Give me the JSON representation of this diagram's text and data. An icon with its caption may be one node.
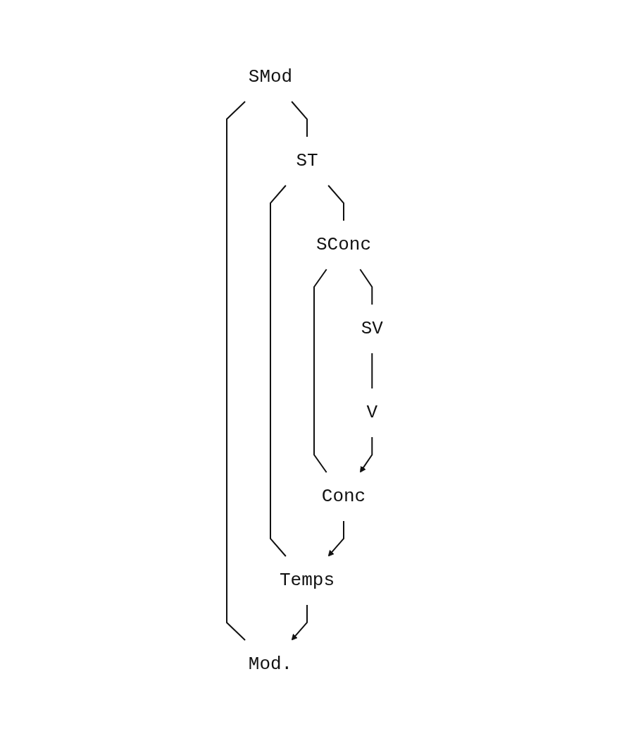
{
  "diagram": {
    "nodes": [
      {
        "text": [
          "SMod"
        ]
      },
      {
        "text": [
          "Mod."
        ]
      },
      {
        "text": [
          "ST"
        ]
      },
      {
        "text": [
          "Temps"
        ]
      },
      {
        "text": [
          "SConc"
        ]
      },
      {
        "text": [
          "Conc"
        ]
      },
      {
        "text": [
          "SV"
        ]
      },
      {
        "text": [
          "V"
        ]
      }
    ],
    "edges": [
      {
        "from": 0,
        "to": 1,
        "arrow": "none"
      },
      {
        "from": 0,
        "to": 2,
        "arrow": "none"
      },
      {
        "from": 2,
        "to": 3,
        "arrow": "none"
      },
      {
        "from": 2,
        "to": 4,
        "arrow": "none"
      },
      {
        "from": 4,
        "to": 5,
        "arrow": "none"
      },
      {
        "from": 4,
        "to": 6,
        "arrow": "none"
      },
      {
        "from": 6,
        "to": 7,
        "arrow": "none"
      },
      {
        "from": 3,
        "to": 1,
        "arrow": "to"
      },
      {
        "from": 5,
        "to": 3,
        "arrow": "to"
      },
      {
        "from": 7,
        "to": 5,
        "arrow": "to"
      }
    ]
  }
}
